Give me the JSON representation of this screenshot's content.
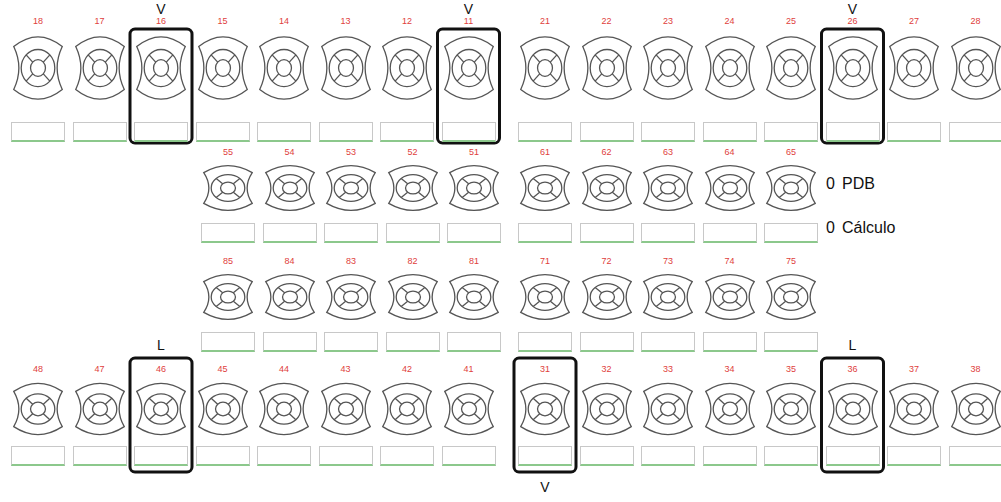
{
  "diagram": {
    "nodes": [
      {
        "text": [
          "18"
        ]
      },
      {
        "text": [
          "17"
        ]
      },
      {
        "text": [
          "16"
        ]
      },
      {
        "text": [
          "15"
        ]
      },
      {
        "text": [
          "14"
        ]
      },
      {
        "text": [
          "13"
        ]
      },
      {
        "text": [
          "12"
        ]
      },
      {
        "text": [
          "11"
        ]
      },
      {
        "text": [
          "21"
        ]
      },
      {
        "text": [
          "22"
        ]
      },
      {
        "text": [
          "23"
        ]
      },
      {
        "text": [
          "24"
        ]
      },
      {
        "text": [
          "25"
        ]
      },
      {
        "text": [
          "26"
        ]
      },
      {
        "text": [
          "27"
        ]
      },
      {
        "text": [
          "28"
        ]
      },
      {
        "text": [
          "55"
        ]
      },
      {
        "text": [
          "54"
        ]
      },
      {
        "text": [
          "53"
        ]
      },
      {
        "text": [
          "52"
        ]
      },
      {
        "text": [
          "51"
        ]
      },
      {
        "text": [
          "61"
        ]
      },
      {
        "text": [
          "62"
        ]
      },
      {
        "text": [
          "63"
        ]
      },
      {
        "text": [
          "64"
        ]
      },
      {
        "text": [
          "65"
        ]
      },
      {
        "text": [
          "85"
        ]
      },
      {
        "text": [
          "84"
        ]
      },
      {
        "text": [
          "83"
        ]
      },
      {
        "text": [
          "82"
        ]
      },
      {
        "text": [
          "81"
        ]
      },
      {
        "text": [
          "71"
        ]
      },
      {
        "text": [
          "72"
        ]
      },
      {
        "text": [
          "73"
        ]
      },
      {
        "text": [
          "74"
        ]
      },
      {
        "text": [
          "75"
        ]
      },
      {
        "text": [
          "48"
        ]
      },
      {
        "text": [
          "47"
        ]
      },
      {
        "text": [
          "46"
        ]
      },
      {
        "text": [
          "45"
        ]
      },
      {
        "text": [
          "44"
        ]
      },
      {
        "text": [
          "43"
        ]
      },
      {
        "text": [
          "42"
        ]
      },
      {
        "text": [
          "41"
        ]
      },
      {
        "text": [
          "31"
        ]
      },
      {
        "text": [
          "32"
        ]
      },
      {
        "text": [
          "33"
        ]
      },
      {
        "text": [
          "34"
        ]
      },
      {
        "text": [
          "35"
        ]
      },
      {
        "text": [
          "36"
        ]
      },
      {
        "text": [
          "37"
        ]
      },
      {
        "text": [
          "38"
        ]
      }
    ],
    "labels": [
      "V",
      "V",
      "V",
      "0",
      "PDB",
      "0",
      "Cálculo",
      "L",
      "L",
      "V"
    ]
  }
}
